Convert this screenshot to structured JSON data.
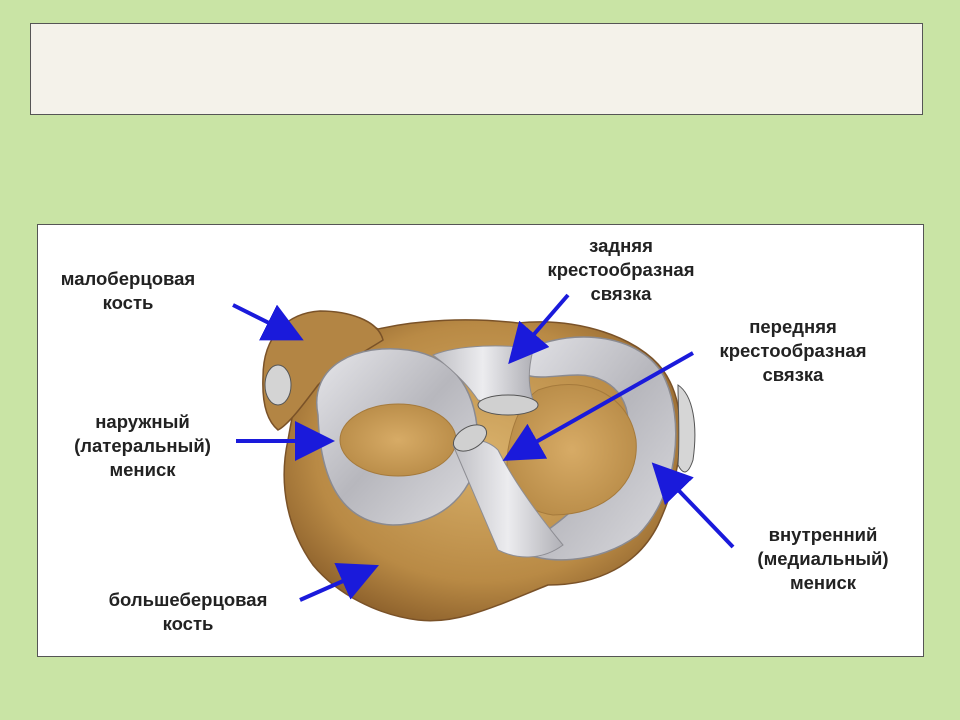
{
  "slide": {
    "title": ""
  },
  "labels": {
    "fibula": [
      "малоберцовая",
      "кость"
    ],
    "posterior_cruciate": [
      "задняя",
      "крестообразная",
      "связка"
    ],
    "anterior_cruciate": [
      "передняя",
      "крестообразная",
      "связка"
    ],
    "lateral_meniscus": [
      "наружный",
      "(латеральный)",
      "мениск"
    ],
    "medial_meniscus": [
      "внутренний",
      "(медиальный)",
      "мениск"
    ],
    "tibia": [
      "большеберцовая",
      "кость"
    ]
  },
  "colors": {
    "background": "#c9e4a5",
    "arrow": "#1a1adb",
    "bone": "#c49a55",
    "meniscus": "#c8c8cc",
    "ligament": "#d9d9dc",
    "cartilage": "#c9a063"
  }
}
